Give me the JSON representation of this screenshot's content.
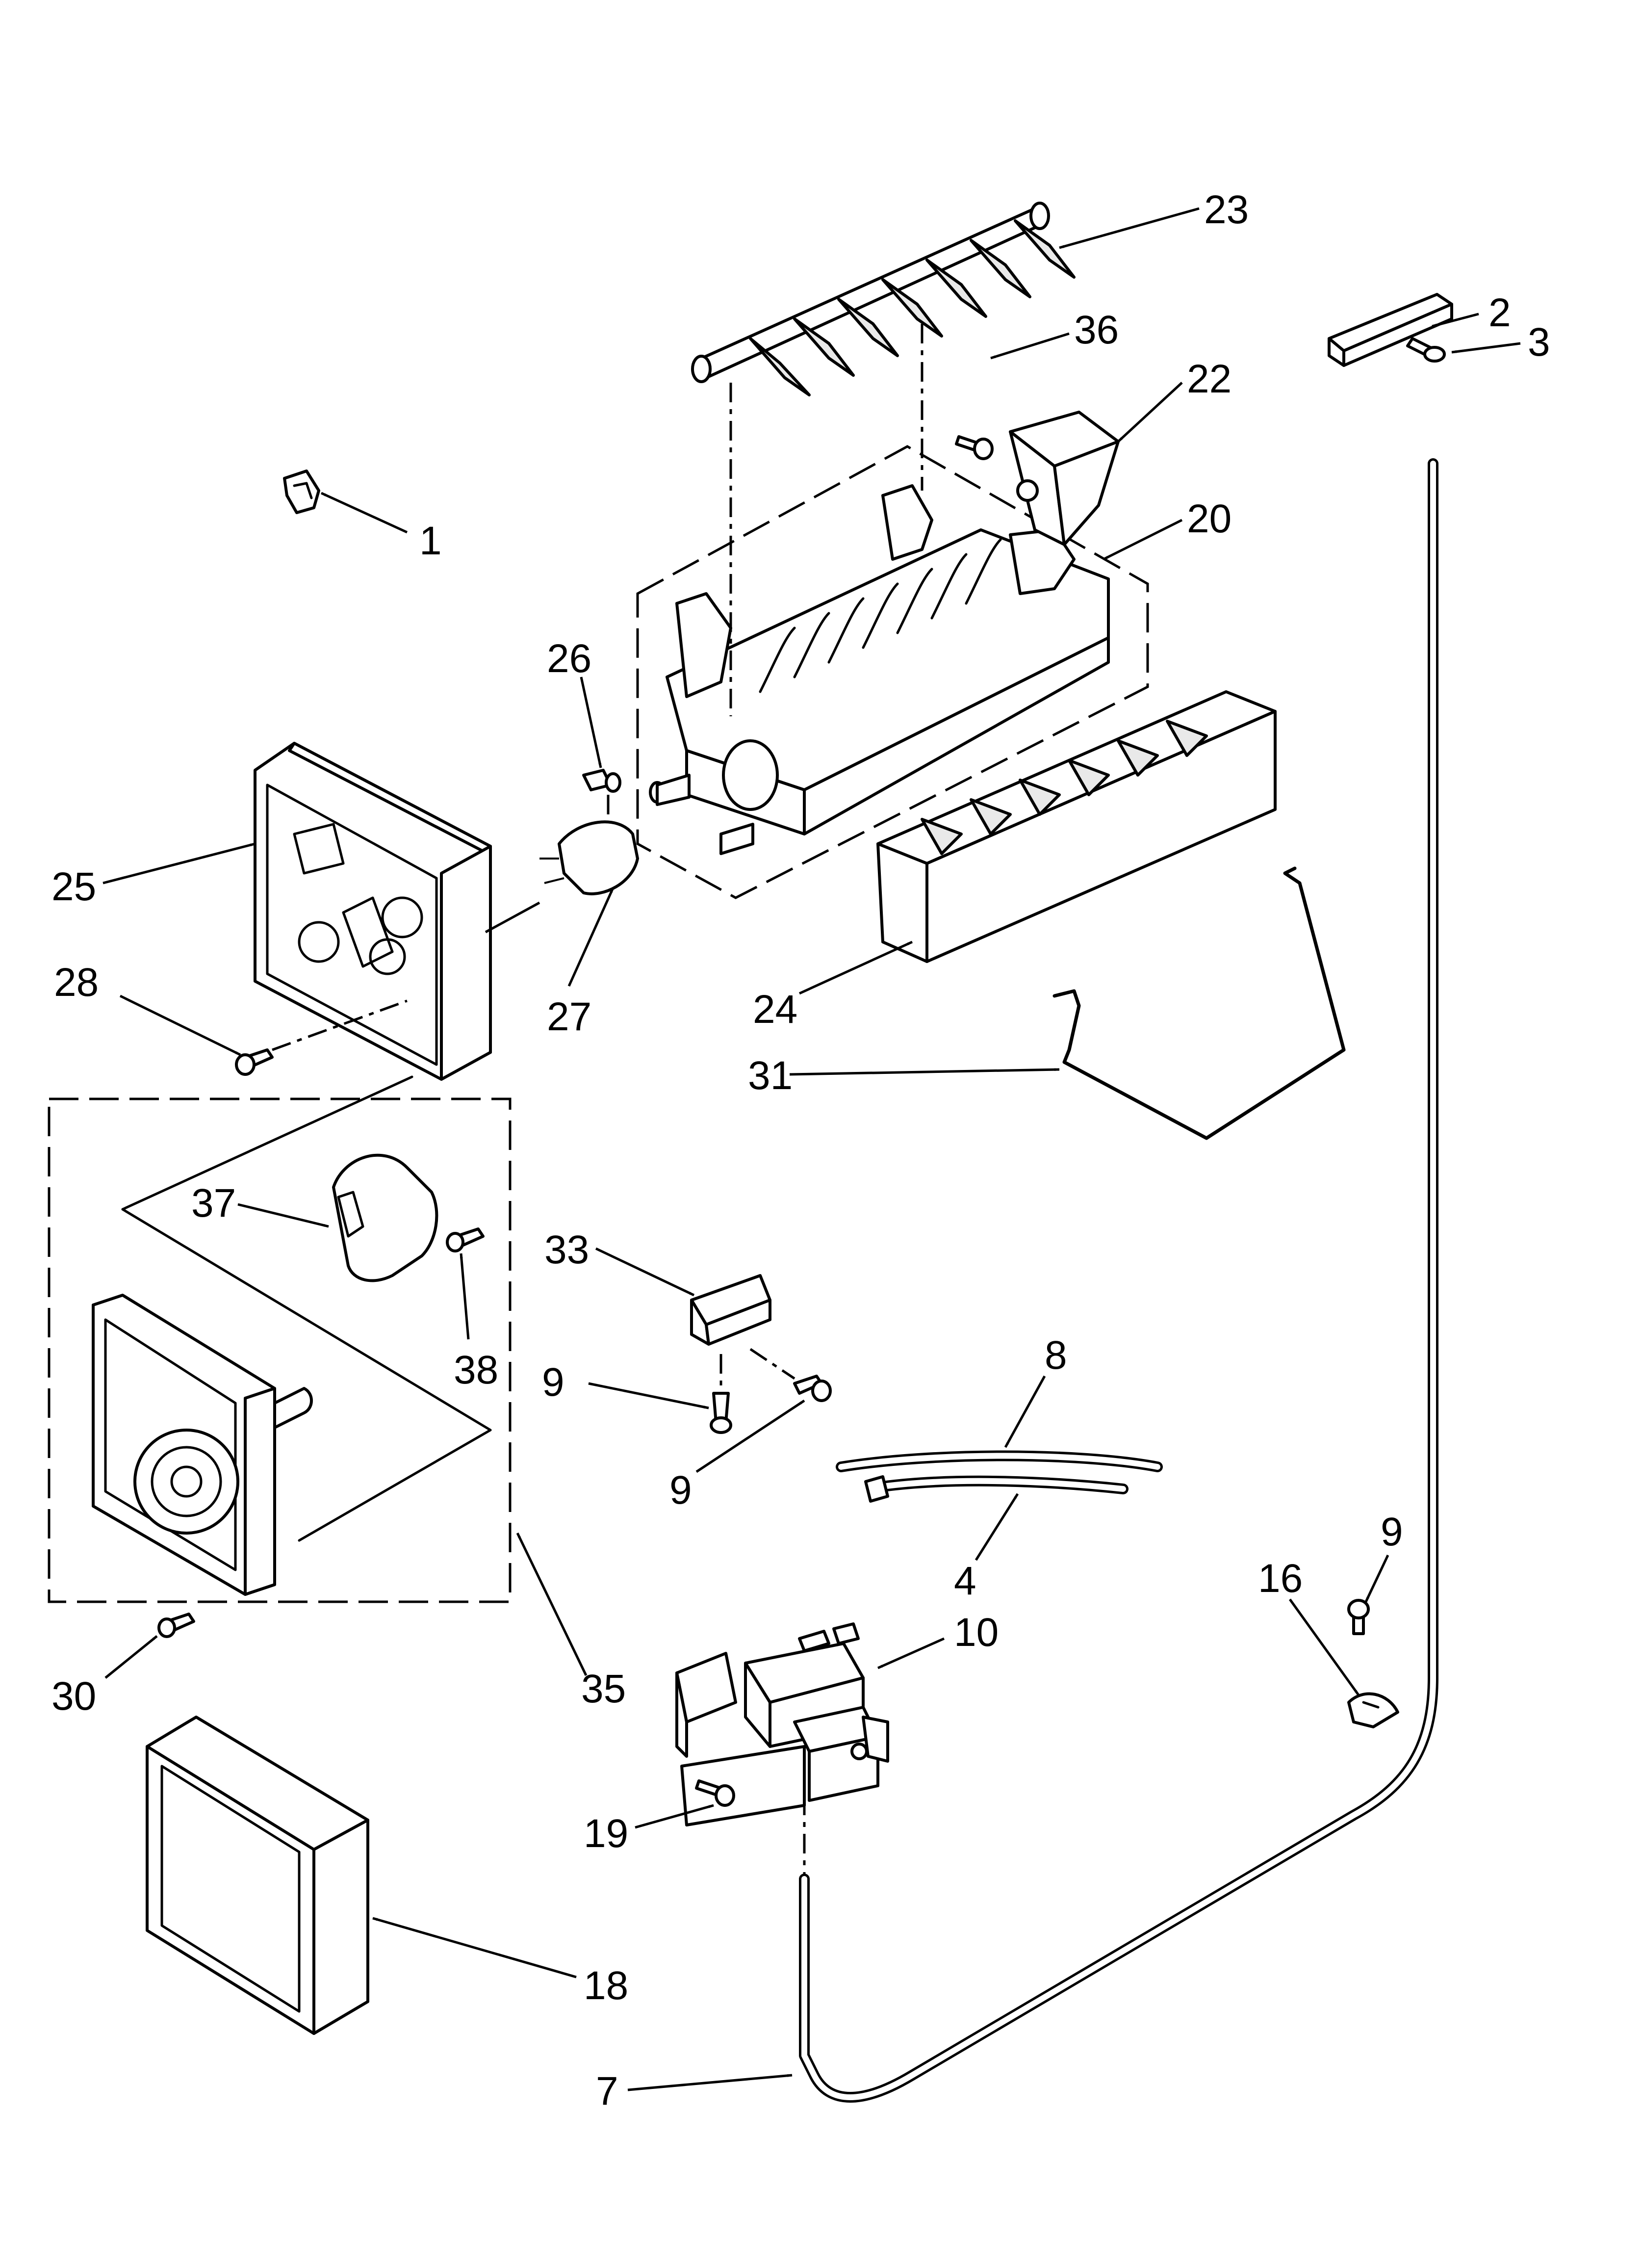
{
  "callouts": {
    "p1": "1",
    "p2": "2",
    "p3": "3",
    "p4": "4",
    "p7": "7",
    "p8": "8",
    "p9a": "9",
    "p9b": "9",
    "p9c": "9",
    "p10": "10",
    "p16": "16",
    "p18": "18",
    "p19": "19",
    "p20": "20",
    "p22": "22",
    "p23": "23",
    "p24": "24",
    "p25": "25",
    "p26": "26",
    "p27": "27",
    "p28": "28",
    "p30": "30",
    "p31": "31",
    "p33": "33",
    "p35": "35",
    "p36": "36",
    "p37": "37",
    "p38": "38"
  }
}
